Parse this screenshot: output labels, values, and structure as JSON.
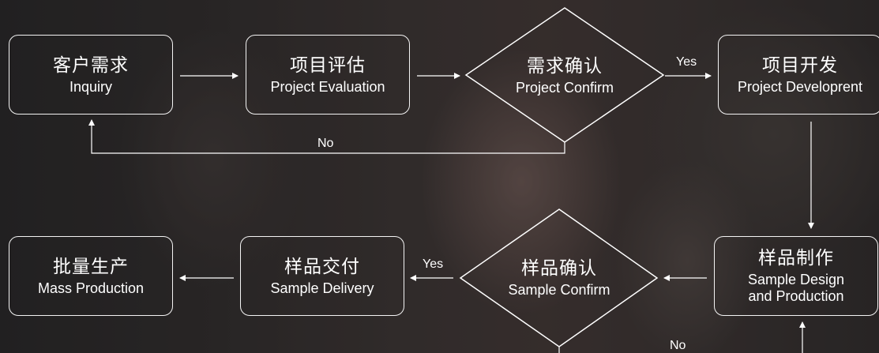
{
  "nodes": {
    "inquiry": {
      "cn": "客户需求",
      "en": "Inquiry"
    },
    "evaluation": {
      "cn": "项目评估",
      "en": "Project Evaluation"
    },
    "project_confirm": {
      "cn": "需求确认",
      "en": "Project Confirm"
    },
    "development": {
      "cn": "项目开发",
      "en": "Project Developrent"
    },
    "sample_design": {
      "cn": "样品制作",
      "en_line1": "Sample Design",
      "en_line2": "and Production"
    },
    "sample_confirm": {
      "cn": "样品确认",
      "en": "Sample Confirm"
    },
    "sample_delivery": {
      "cn": "样品交付",
      "en": "Sample Delivery"
    },
    "mass_production": {
      "cn": "批量生产",
      "en": "Mass Production"
    }
  },
  "edge_labels": {
    "project_yes": "Yes",
    "project_no": "No",
    "sample_yes": "Yes",
    "sample_no": "No"
  },
  "colors": {
    "line": "#ffffff",
    "text": "#ffffff"
  }
}
